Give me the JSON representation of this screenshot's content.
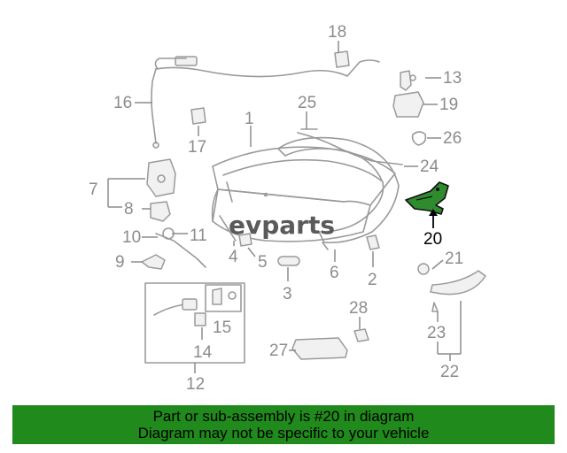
{
  "diagram": {
    "logo_text": "evparts",
    "highlighted_part": "20",
    "highlight_color": "#2e8b2e",
    "callouts": [
      "1",
      "2",
      "3",
      "4",
      "5",
      "6",
      "7",
      "8",
      "9",
      "10",
      "11",
      "12",
      "13",
      "14",
      "15",
      "16",
      "17",
      "18",
      "19",
      "20",
      "21",
      "22",
      "23",
      "24",
      "25",
      "26",
      "27",
      "28"
    ]
  },
  "banner": {
    "line1": "Part or sub-assembly is #20 in diagram",
    "line2": "Diagram may not be specific to your vehicle",
    "background": "#218a1c"
  }
}
